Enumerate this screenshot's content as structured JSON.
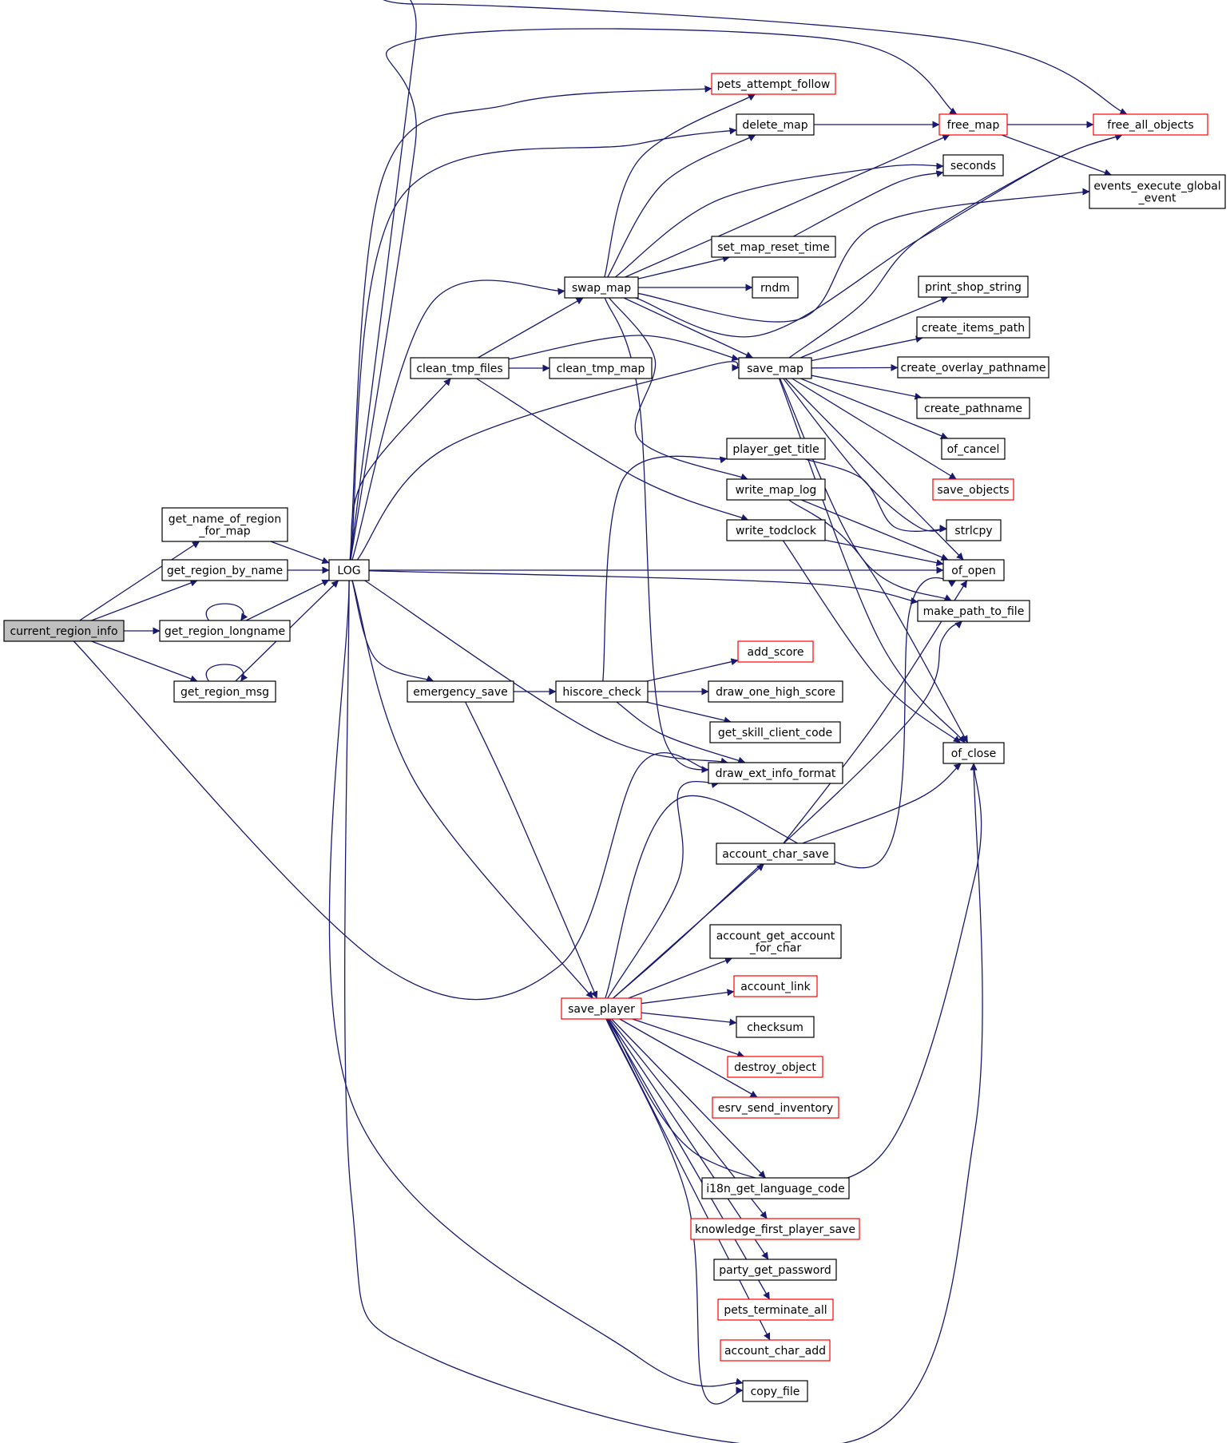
{
  "colors": {
    "edge": "#191970",
    "border_default": "#000000",
    "border_truncated": "#ff0000",
    "fill_default": "#ffffff",
    "fill_focus": "#bfbfbf"
  },
  "nodes": [
    {
      "id": "current_region_info",
      "lines": [
        "current_region_info"
      ],
      "style": "focus"
    },
    {
      "id": "get_name_of_region_for_map",
      "lines": [
        "get_name_of_region",
        "_for_map"
      ],
      "style": "normal"
    },
    {
      "id": "get_region_by_name",
      "lines": [
        "get_region_by_name"
      ],
      "style": "normal"
    },
    {
      "id": "get_region_longname",
      "lines": [
        "get_region_longname"
      ],
      "style": "normal"
    },
    {
      "id": "get_region_msg",
      "lines": [
        "get_region_msg"
      ],
      "style": "normal"
    },
    {
      "id": "LOG",
      "lines": [
        "LOG"
      ],
      "style": "normal"
    },
    {
      "id": "clean_tmp_files",
      "lines": [
        "clean_tmp_files"
      ],
      "style": "normal"
    },
    {
      "id": "clean_tmp_map",
      "lines": [
        "clean_tmp_map"
      ],
      "style": "normal"
    },
    {
      "id": "emergency_save",
      "lines": [
        "emergency_save"
      ],
      "style": "normal"
    },
    {
      "id": "hiscore_check",
      "lines": [
        "hiscore_check"
      ],
      "style": "normal"
    },
    {
      "id": "swap_map",
      "lines": [
        "swap_map"
      ],
      "style": "normal"
    },
    {
      "id": "save_player",
      "lines": [
        "save_player"
      ],
      "style": "truncated"
    },
    {
      "id": "pets_attempt_follow",
      "lines": [
        "pets_attempt_follow"
      ],
      "style": "truncated"
    },
    {
      "id": "delete_map",
      "lines": [
        "delete_map"
      ],
      "style": "normal"
    },
    {
      "id": "set_map_reset_time",
      "lines": [
        "set_map_reset_time"
      ],
      "style": "normal"
    },
    {
      "id": "rndm",
      "lines": [
        "rndm"
      ],
      "style": "normal"
    },
    {
      "id": "save_map",
      "lines": [
        "save_map"
      ],
      "style": "normal"
    },
    {
      "id": "player_get_title",
      "lines": [
        "player_get_title"
      ],
      "style": "normal"
    },
    {
      "id": "write_map_log",
      "lines": [
        "write_map_log"
      ],
      "style": "normal"
    },
    {
      "id": "write_todclock",
      "lines": [
        "write_todclock"
      ],
      "style": "normal"
    },
    {
      "id": "add_score",
      "lines": [
        "add_score"
      ],
      "style": "truncated"
    },
    {
      "id": "draw_one_high_score",
      "lines": [
        "draw_one_high_score"
      ],
      "style": "normal"
    },
    {
      "id": "get_skill_client_code",
      "lines": [
        "get_skill_client_code"
      ],
      "style": "normal"
    },
    {
      "id": "draw_ext_info_format",
      "lines": [
        "draw_ext_info_format"
      ],
      "style": "normal"
    },
    {
      "id": "account_char_save",
      "lines": [
        "account_char_save"
      ],
      "style": "normal"
    },
    {
      "id": "account_get_account_for_char",
      "lines": [
        "account_get_account",
        "_for_char"
      ],
      "style": "normal"
    },
    {
      "id": "account_link",
      "lines": [
        "account_link"
      ],
      "style": "truncated"
    },
    {
      "id": "checksum",
      "lines": [
        "checksum"
      ],
      "style": "normal"
    },
    {
      "id": "destroy_object",
      "lines": [
        "destroy_object"
      ],
      "style": "truncated"
    },
    {
      "id": "esrv_send_inventory",
      "lines": [
        "esrv_send_inventory"
      ],
      "style": "truncated"
    },
    {
      "id": "i18n_get_language_code",
      "lines": [
        "i18n_get_language_code"
      ],
      "style": "normal"
    },
    {
      "id": "knowledge_first_player_save",
      "lines": [
        "knowledge_first_player_save"
      ],
      "style": "truncated"
    },
    {
      "id": "party_get_password",
      "lines": [
        "party_get_password"
      ],
      "style": "normal"
    },
    {
      "id": "pets_terminate_all",
      "lines": [
        "pets_terminate_all"
      ],
      "style": "truncated"
    },
    {
      "id": "account_char_add",
      "lines": [
        "account_char_add"
      ],
      "style": "truncated"
    },
    {
      "id": "copy_file",
      "lines": [
        "copy_file"
      ],
      "style": "normal"
    },
    {
      "id": "free_map",
      "lines": [
        "free_map"
      ],
      "style": "truncated"
    },
    {
      "id": "seconds",
      "lines": [
        "seconds"
      ],
      "style": "normal"
    },
    {
      "id": "print_shop_string",
      "lines": [
        "print_shop_string"
      ],
      "style": "normal"
    },
    {
      "id": "create_items_path",
      "lines": [
        "create_items_path"
      ],
      "style": "normal"
    },
    {
      "id": "create_overlay_pathname",
      "lines": [
        "create_overlay_pathname"
      ],
      "style": "normal"
    },
    {
      "id": "create_pathname",
      "lines": [
        "create_pathname"
      ],
      "style": "normal"
    },
    {
      "id": "of_cancel",
      "lines": [
        "of_cancel"
      ],
      "style": "normal"
    },
    {
      "id": "save_objects",
      "lines": [
        "save_objects"
      ],
      "style": "truncated"
    },
    {
      "id": "strlcpy",
      "lines": [
        "strlcpy"
      ],
      "style": "normal"
    },
    {
      "id": "of_open",
      "lines": [
        "of_open"
      ],
      "style": "normal"
    },
    {
      "id": "make_path_to_file",
      "lines": [
        "make_path_to_file"
      ],
      "style": "normal"
    },
    {
      "id": "of_close",
      "lines": [
        "of_close"
      ],
      "style": "normal"
    },
    {
      "id": "free_all_objects",
      "lines": [
        "free_all_objects"
      ],
      "style": "truncated"
    },
    {
      "id": "events_execute_global_event",
      "lines": [
        "events_execute_global",
        "_event"
      ],
      "style": "normal"
    }
  ]
}
